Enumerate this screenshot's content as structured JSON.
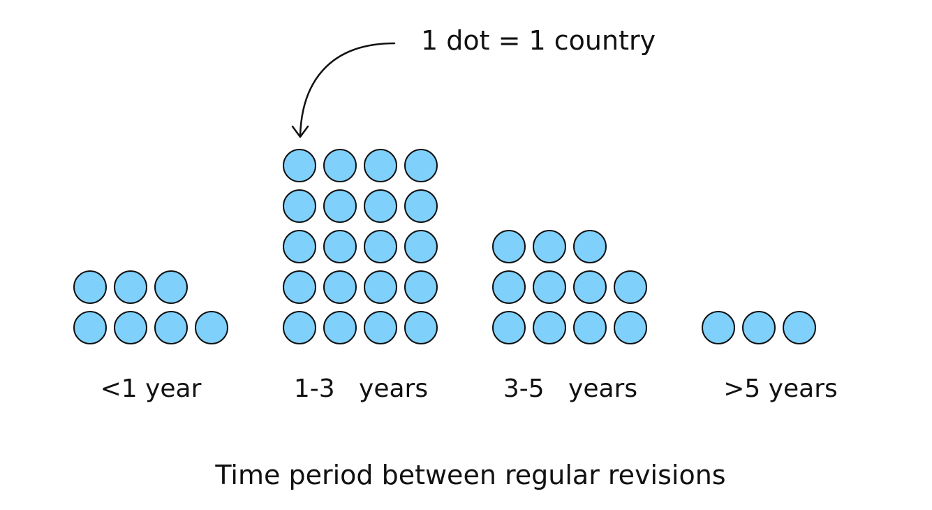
{
  "chart_data": {
    "type": "dot-plot",
    "xlabel": "Time period between regular revisions",
    "annotation": "1 dot = 1 country",
    "categories": [
      "<1 year",
      "1-3   years",
      "3-5   years",
      ">5 years"
    ],
    "values": [
      7,
      20,
      11,
      3
    ],
    "dots_per_row": 4,
    "colors": {
      "dot_fill": "#7fd0fb",
      "dot_stroke": "#111111"
    }
  }
}
